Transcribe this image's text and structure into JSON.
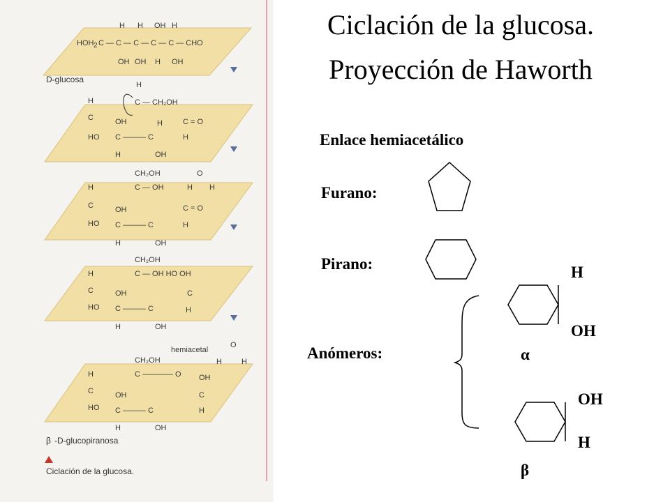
{
  "title": {
    "line1": "Ciclación de la glucosa.",
    "line2": "Proyección de Haworth"
  },
  "labels": {
    "hemiacetal_bond": "Enlace hemiacetálico",
    "furan": "Furano:",
    "pyran": "Pirano:",
    "anomers": "Anómeros:",
    "alpha": "α",
    "beta": "β",
    "alpha_top": "H",
    "alpha_bottom": "OH",
    "beta_top": "OH",
    "beta_bottom": "H"
  },
  "figure": {
    "step1_label": "D-glucosa",
    "step5_label": "-D-glucopiranosa",
    "step5_prefix": "β",
    "hemiacetal_note": "hemiacetal",
    "caption": "Ciclación de la glucosa.",
    "chain_formula": "HOH₂C — C — C — C — C — CHO",
    "ch2oh": "CH₂OH",
    "c_o": "C = O"
  },
  "colors": {
    "plane_fill": "#f1dfa6",
    "plane_stroke": "#d9c27a",
    "arrow": "#5a6e9a",
    "caption_marker": "#c0392b",
    "divider": "#e8a0b0"
  }
}
